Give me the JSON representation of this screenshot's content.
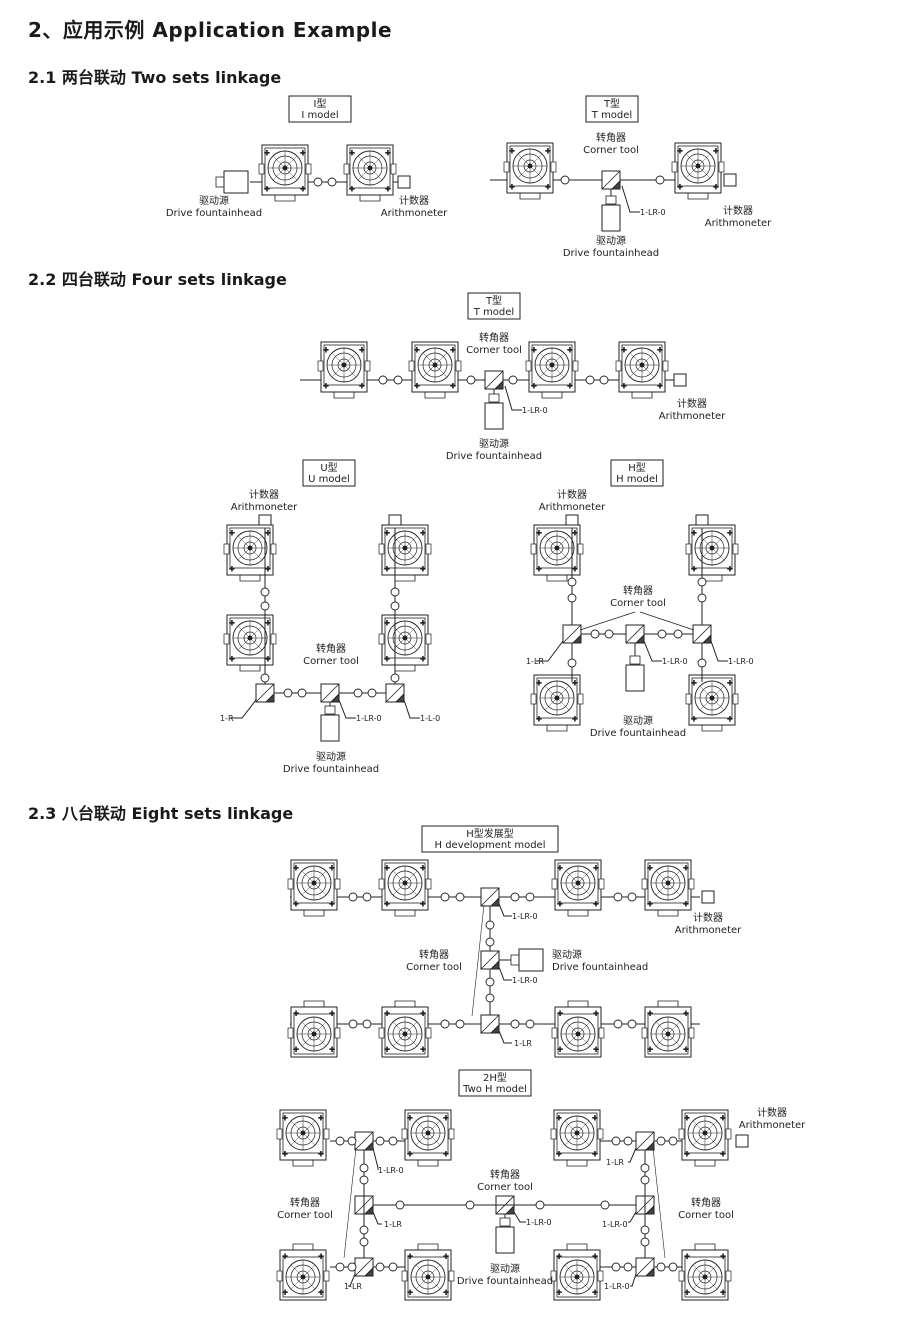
{
  "heading": "2、应用示例 Application Example",
  "sections": [
    {
      "title": "2.1 两台联动  Two sets linkage"
    },
    {
      "title": "2.2 四台联动  Four sets linkage"
    },
    {
      "title": "2.3 八台联动  Eight sets linkage"
    }
  ],
  "labels": {
    "i_model_cn": "I型",
    "i_model_en": "I model",
    "t_model_cn": "T型",
    "t_model_en": "T model",
    "u_model_cn": "U型",
    "u_model_en": "U model",
    "h_model_cn": "H型",
    "h_model_en": "H model",
    "hdev_cn": "H型发展型",
    "hdev_en": "H development model",
    "twoh_cn": "2H型",
    "twoh_en": "Two H model",
    "drive_cn": "驱动源",
    "drive_en": "Drive fountainhead",
    "counter_cn": "计数器",
    "counter_en": "Arithmoneter",
    "corner_cn": "转角器",
    "corner_en": "Corner tool",
    "c_1lr0": "1-LR-0",
    "c_1lr": "1-LR",
    "c_1r": "1-R",
    "c_1l0": "1-L-0"
  }
}
